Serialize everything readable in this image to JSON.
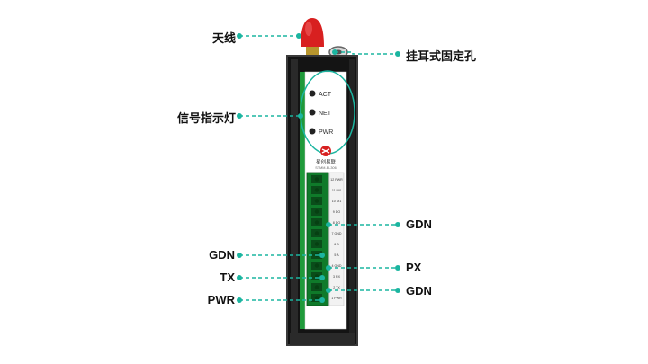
{
  "colors": {
    "callout": "#1bb5a0",
    "device_body": "#151515",
    "device_frame": "#3a3a3a",
    "panel_green": "#1f9a3a",
    "terminal_green": "#0f7a2a",
    "antenna_red": "#d82020",
    "label_strip": "#f2f2f2"
  },
  "callouts": {
    "antenna": "天线",
    "mounting_hole": "挂耳式固定孔",
    "signal_lights": "信号指示灯",
    "gdn_right_top": "GDN",
    "gdn_left": "GDN",
    "px": "PX",
    "tx": "TX",
    "gdn_right_bottom": "GDN",
    "pwr": "PWR"
  },
  "indicators": [
    "ACT",
    "NET",
    "PWR"
  ],
  "brand": {
    "name": "星创易联",
    "model": "STMM-EL306"
  },
  "terminal_pins": [
    {
      "num": "12",
      "label": "PWR"
    },
    {
      "num": "11",
      "label": "DI0"
    },
    {
      "num": "10",
      "label": "DI1"
    },
    {
      "num": "9",
      "label": "DO"
    },
    {
      "num": "8",
      "label": "DO"
    },
    {
      "num": "7",
      "label": "GND"
    },
    {
      "num": "6",
      "label": "B"
    },
    {
      "num": "5",
      "label": "A"
    },
    {
      "num": "4",
      "label": "GND"
    },
    {
      "num": "3",
      "label": "RX"
    },
    {
      "num": "2",
      "label": "TX"
    },
    {
      "num": "1",
      "label": "PWR"
    }
  ]
}
